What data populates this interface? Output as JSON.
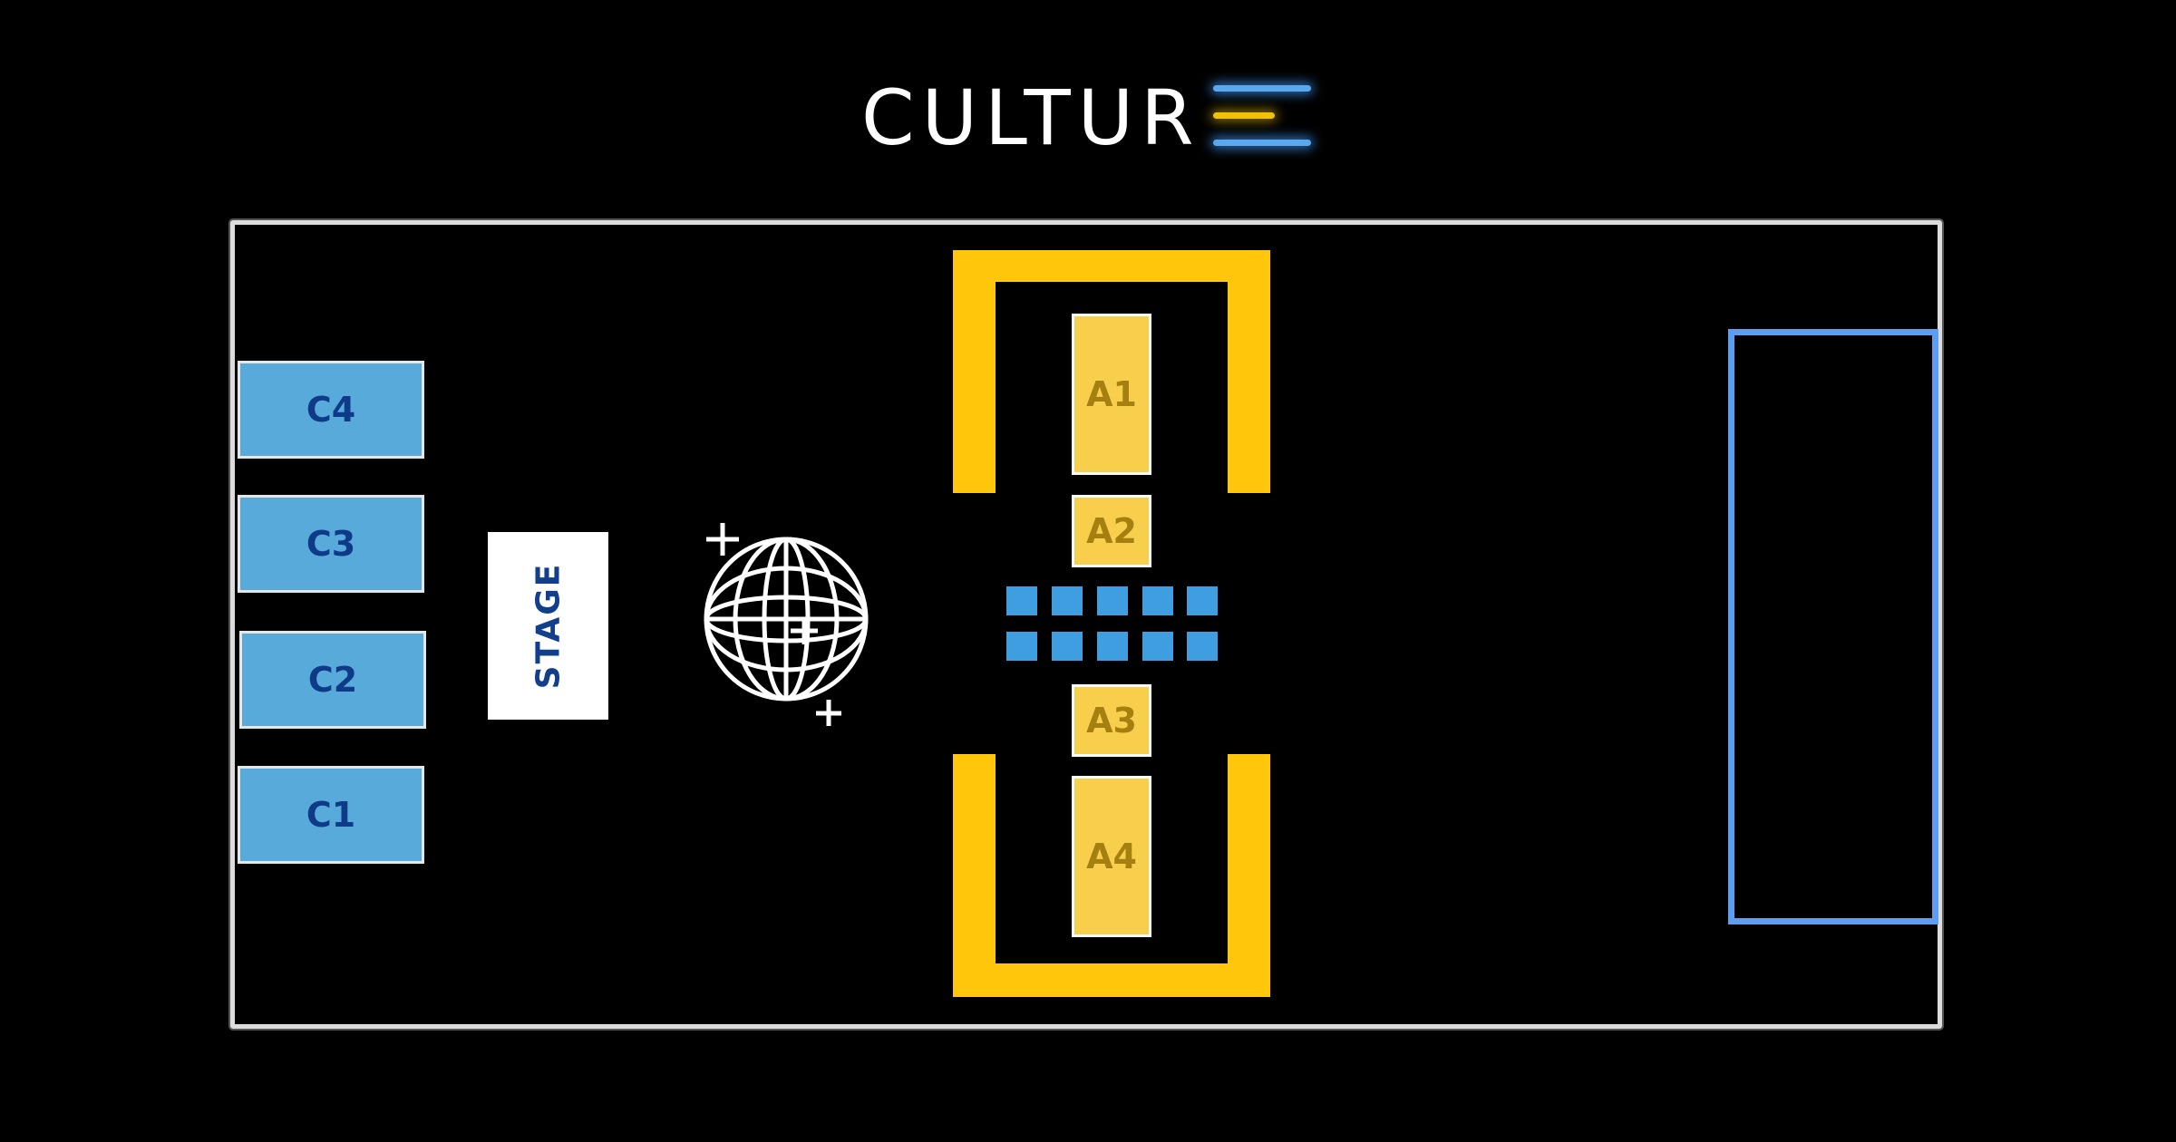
{
  "logo": {
    "text": "CULTUR",
    "accent_blue": "#5aa8f0",
    "accent_gold": "#f2c200"
  },
  "c_booths": [
    "C4",
    "C3",
    "C2",
    "C1"
  ],
  "stage": {
    "label": "STAGE"
  },
  "disco_ball": {
    "icon": "disco-ball-icon"
  },
  "a_booths": [
    "A1",
    "A2",
    "A3",
    "A4"
  ],
  "tables": {
    "rows": 2,
    "per_row": 5,
    "color": "#3f9ee0"
  },
  "colors": {
    "background": "#000000",
    "frame": "#dcdcdc",
    "gold": "#ffc60b",
    "booth_blue": "#58aadb",
    "booth_gold": "#f8cf4d",
    "right_area": "#5e9ef0"
  }
}
